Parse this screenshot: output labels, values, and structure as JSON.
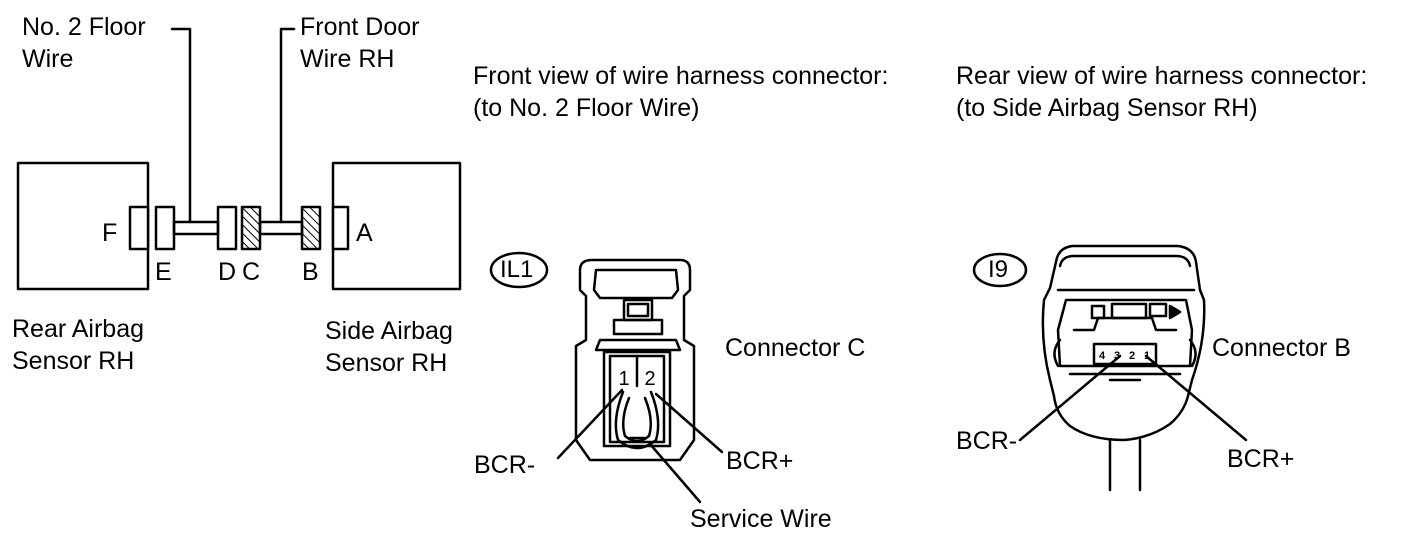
{
  "left_diagram": {
    "floor_wire_label": [
      "No. 2 Floor",
      "Wire"
    ],
    "door_wire_label": [
      "Front Door",
      "Wire RH"
    ],
    "rear_sensor_label": [
      "Rear Airbag",
      "Sensor RH"
    ],
    "side_sensor_label": [
      "Side Airbag",
      "Sensor RH"
    ],
    "connector_letters": {
      "F": "F",
      "E": "E",
      "D": "D",
      "C": "C",
      "B": "B",
      "A": "A"
    }
  },
  "middle_view": {
    "caption": [
      "Front view of wire harness connector:",
      "(to No. 2 Floor Wire)"
    ],
    "badge": "IL1",
    "connector_label": "Connector C",
    "pins": [
      "1",
      "2"
    ],
    "pin_minus": "BCR-",
    "pin_plus": "BCR+",
    "service_label": "Service Wire"
  },
  "right_view": {
    "caption": [
      "Rear view of wire harness connector:",
      "(to Side Airbag Sensor RH)"
    ],
    "badge": "I9",
    "connector_label": "Connector B",
    "pins": [
      "4",
      "3",
      "2",
      "1"
    ],
    "pin_minus": "BCR-",
    "pin_plus": "BCR+"
  },
  "colors": {
    "line": "#000000",
    "background": "#ffffff"
  }
}
